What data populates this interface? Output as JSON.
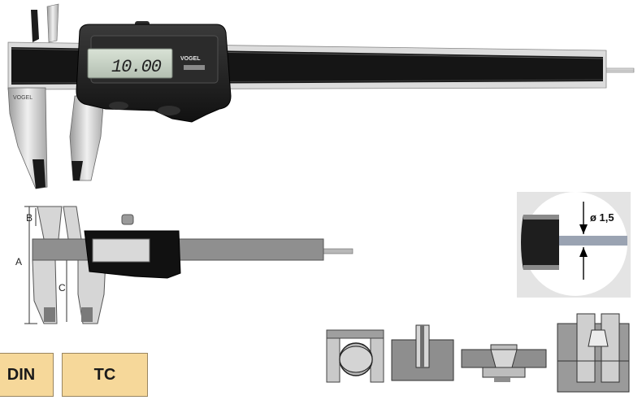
{
  "photo": {
    "lcd_reading": "10.00",
    "brand_on_jaw": "VOGEL",
    "brand_on_body": "VOGEL"
  },
  "schematic": {
    "dimension_labels": [
      "A",
      "B",
      "C"
    ]
  },
  "tip_detail": {
    "diameter_label": "ø 1,5"
  },
  "badges": [
    {
      "label": "DIN"
    },
    {
      "label": "TC"
    }
  ],
  "colors": {
    "badge_fill": "#f6d89a",
    "lcd_background": "#c9d4c7",
    "body_black": "#1b1b1b",
    "steel": "#c8c8c8",
    "schematic_gray": "#8f8f8f"
  },
  "icons": [
    "outside-measure-icon",
    "depth-measure-icon",
    "inside-measure-icon",
    "step-measure-icon"
  ]
}
